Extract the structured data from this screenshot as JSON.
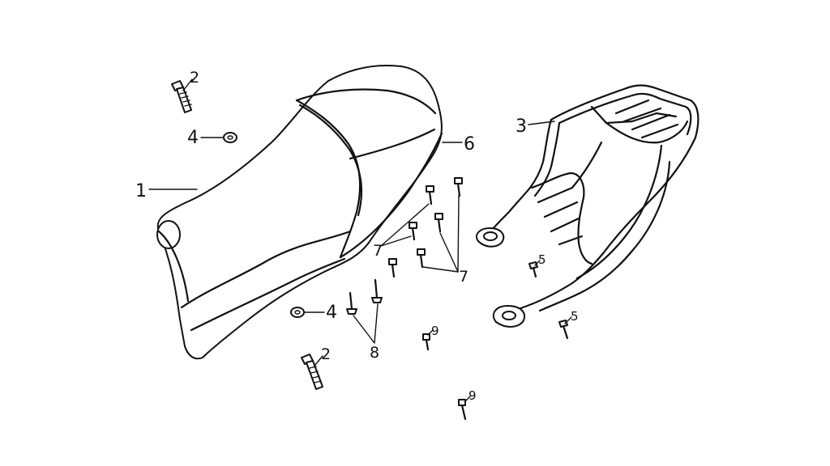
{
  "labels": {
    "seat": "1",
    "bolt_upper": "2",
    "bolt_lower": "2",
    "rack": "3",
    "washer_upper": "4",
    "washer_lower": "4",
    "screw_upper": "5",
    "screw_lower": "5",
    "seat_cover": "6",
    "bolts_7_a": "7",
    "bolts_7_b": "7",
    "pins_8": "8",
    "bolt_9_upper": "9",
    "bolt_9_lower": "9"
  },
  "colors": {
    "line": "#111111",
    "background": "#ffffff"
  }
}
